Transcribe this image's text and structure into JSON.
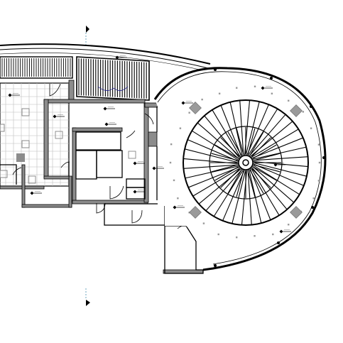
{
  "drawing": {
    "type": "architectural floor plan",
    "colors": {
      "background": "#ffffff",
      "wall": "#000000",
      "wall_fill": "#8c8c8c",
      "thin_line": "#333333",
      "dimension_line": "#4a8fb0",
      "door_arc_accent": "#1a1a8c",
      "column_marker": "#999999",
      "tile_grid": "#bdbdbd"
    },
    "symbols": {
      "section_marker_top": "section-marker-icon",
      "section_marker_bottom": "section-marker-icon",
      "spot_level": "spot-level-icon",
      "spiral_stair": "spiral-stair-icon"
    },
    "stair": {
      "treads": 40,
      "inner_ring_treads": 24
    }
  }
}
